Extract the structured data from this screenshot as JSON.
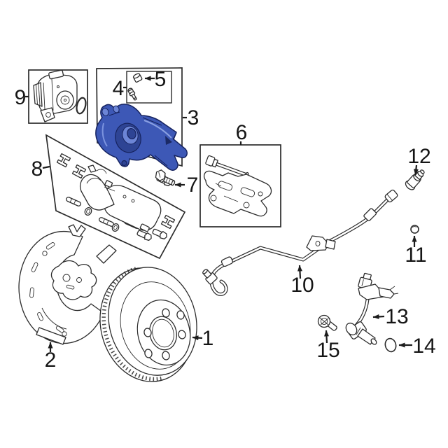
{
  "image": {
    "background": "#ffffff",
    "line_color": "#2b2b2b",
    "label_color": "#151515",
    "caliper_highlight_color": "#3d58b6"
  },
  "callouts": [
    {
      "label": "1"
    },
    {
      "label": "2"
    },
    {
      "label": "3"
    },
    {
      "label": "4"
    },
    {
      "label": "5"
    },
    {
      "label": "6"
    },
    {
      "label": "7"
    },
    {
      "label": "8"
    },
    {
      "label": "9"
    },
    {
      "label": "10"
    },
    {
      "label": "11"
    },
    {
      "label": "12"
    },
    {
      "label": "13"
    },
    {
      "label": "14"
    },
    {
      "label": "15"
    }
  ]
}
